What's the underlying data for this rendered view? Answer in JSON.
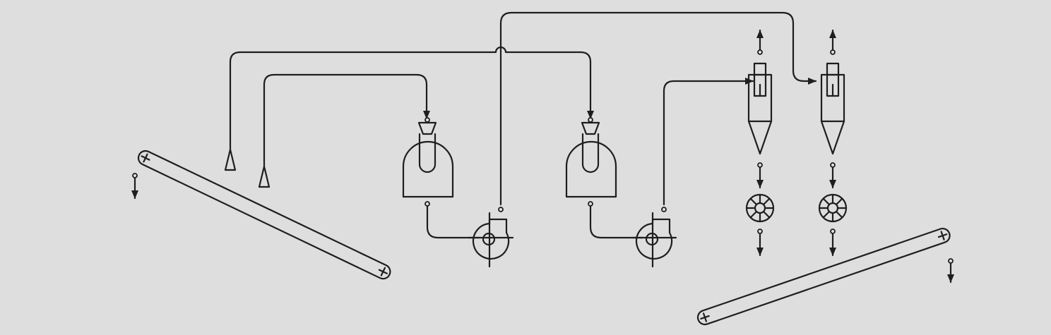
{
  "diagram": {
    "background_color": "#dedede",
    "line_color": "#1e1e1e",
    "components": [
      {
        "name": "inclined-conveyor-left",
        "icon": "belt-conveyor"
      },
      {
        "name": "suction-hood-1",
        "icon": "hood-triangle"
      },
      {
        "name": "suction-hood-2",
        "icon": "hood-triangle"
      },
      {
        "name": "scrubber-1",
        "icon": "wet-scrubber"
      },
      {
        "name": "scrubber-2",
        "icon": "wet-scrubber"
      },
      {
        "name": "centrifugal-fan-1",
        "icon": "centrifugal-fan"
      },
      {
        "name": "centrifugal-fan-2",
        "icon": "centrifugal-fan"
      },
      {
        "name": "cyclone-1",
        "icon": "cyclone-separator"
      },
      {
        "name": "cyclone-2",
        "icon": "cyclone-separator"
      },
      {
        "name": "rotary-valve-1",
        "icon": "rotary-airlock"
      },
      {
        "name": "rotary-valve-2",
        "icon": "rotary-airlock"
      },
      {
        "name": "inclined-conveyor-right",
        "icon": "belt-conveyor"
      }
    ]
  }
}
